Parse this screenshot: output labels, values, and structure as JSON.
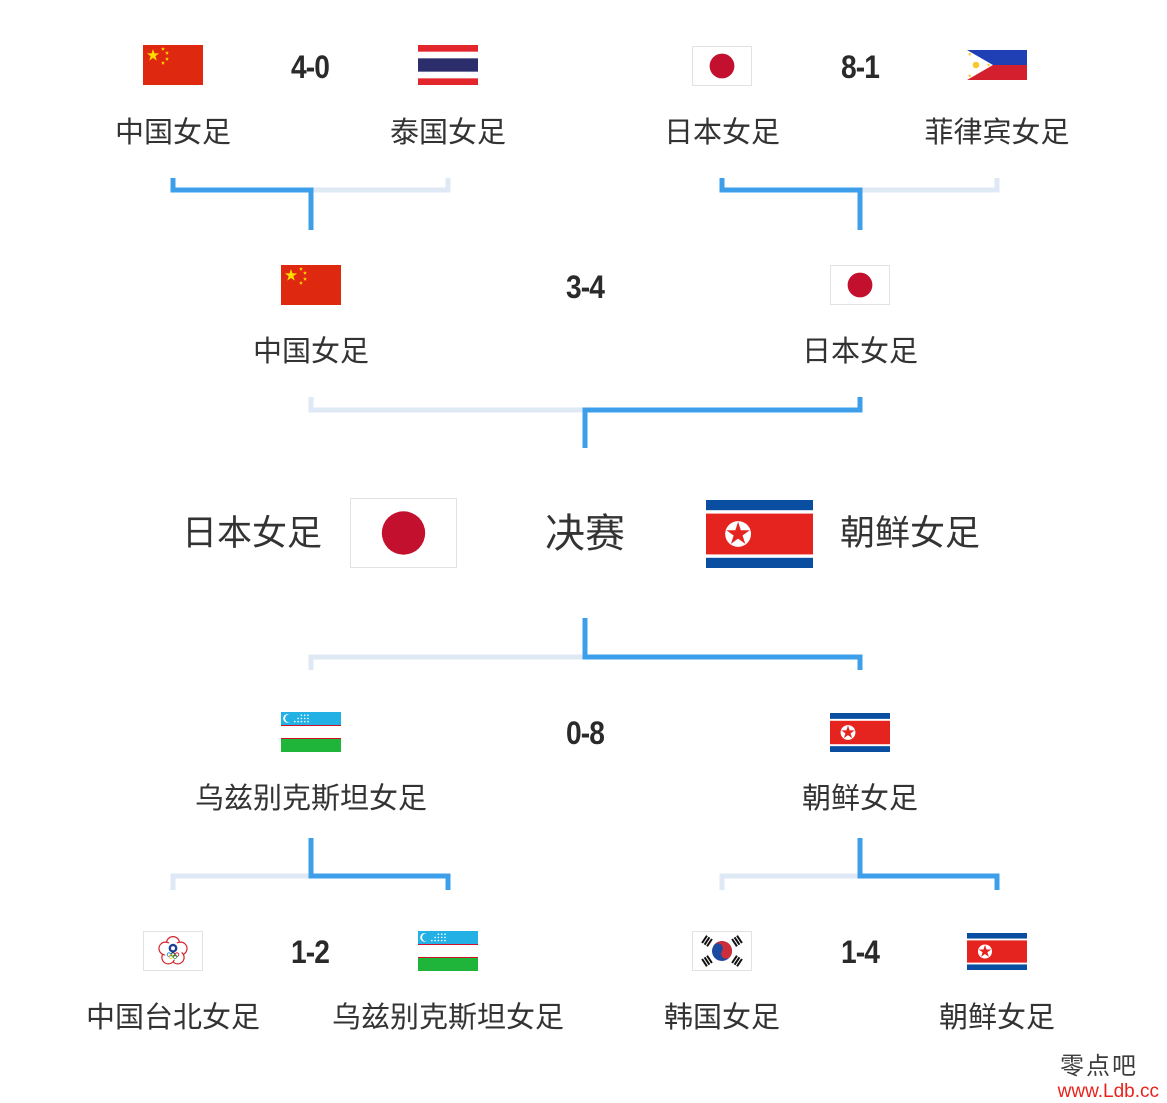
{
  "bracket": {
    "upper": {
      "round1": [
        {
          "score": "4-0",
          "home": {
            "name": "中国女足",
            "flag": "china-flag"
          },
          "away": {
            "name": "泰国女足",
            "flag": "thailand-flag"
          }
        },
        {
          "score": "8-1",
          "home": {
            "name": "日本女足",
            "flag": "japan-flag"
          },
          "away": {
            "name": "菲律宾女足",
            "flag": "philippines-flag"
          }
        }
      ],
      "semifinal": {
        "score": "3-4",
        "home": {
          "name": "中国女足",
          "flag": "china-flag"
        },
        "away": {
          "name": "日本女足",
          "flag": "japan-flag"
        }
      }
    },
    "final": {
      "label": "决赛",
      "home": {
        "name": "日本女足",
        "flag": "japan-flag"
      },
      "away": {
        "name": "朝鲜女足",
        "flag": "north-korea-flag"
      }
    },
    "lower": {
      "semifinal": {
        "score": "0-8",
        "home": {
          "name": "乌兹别克斯坦女足",
          "flag": "uzbekistan-flag"
        },
        "away": {
          "name": "朝鲜女足",
          "flag": "north-korea-flag"
        }
      },
      "round1": [
        {
          "score": "1-2",
          "home": {
            "name": "中国台北女足",
            "flag": "chinese-taipei-flag"
          },
          "away": {
            "name": "乌兹别克斯坦女足",
            "flag": "uzbekistan-flag"
          }
        },
        {
          "score": "1-4",
          "home": {
            "name": "韩国女足",
            "flag": "south-korea-flag"
          },
          "away": {
            "name": "朝鲜女足",
            "flag": "north-korea-flag"
          }
        }
      ]
    }
  },
  "colors": {
    "advancing_path": "#3d9fe9",
    "eliminated_path": "#dfe8f5",
    "text": "#333333",
    "watermark_url": "#e8231c"
  },
  "watermark": {
    "brand": "零点吧",
    "url": "www.Ldb.cc"
  }
}
